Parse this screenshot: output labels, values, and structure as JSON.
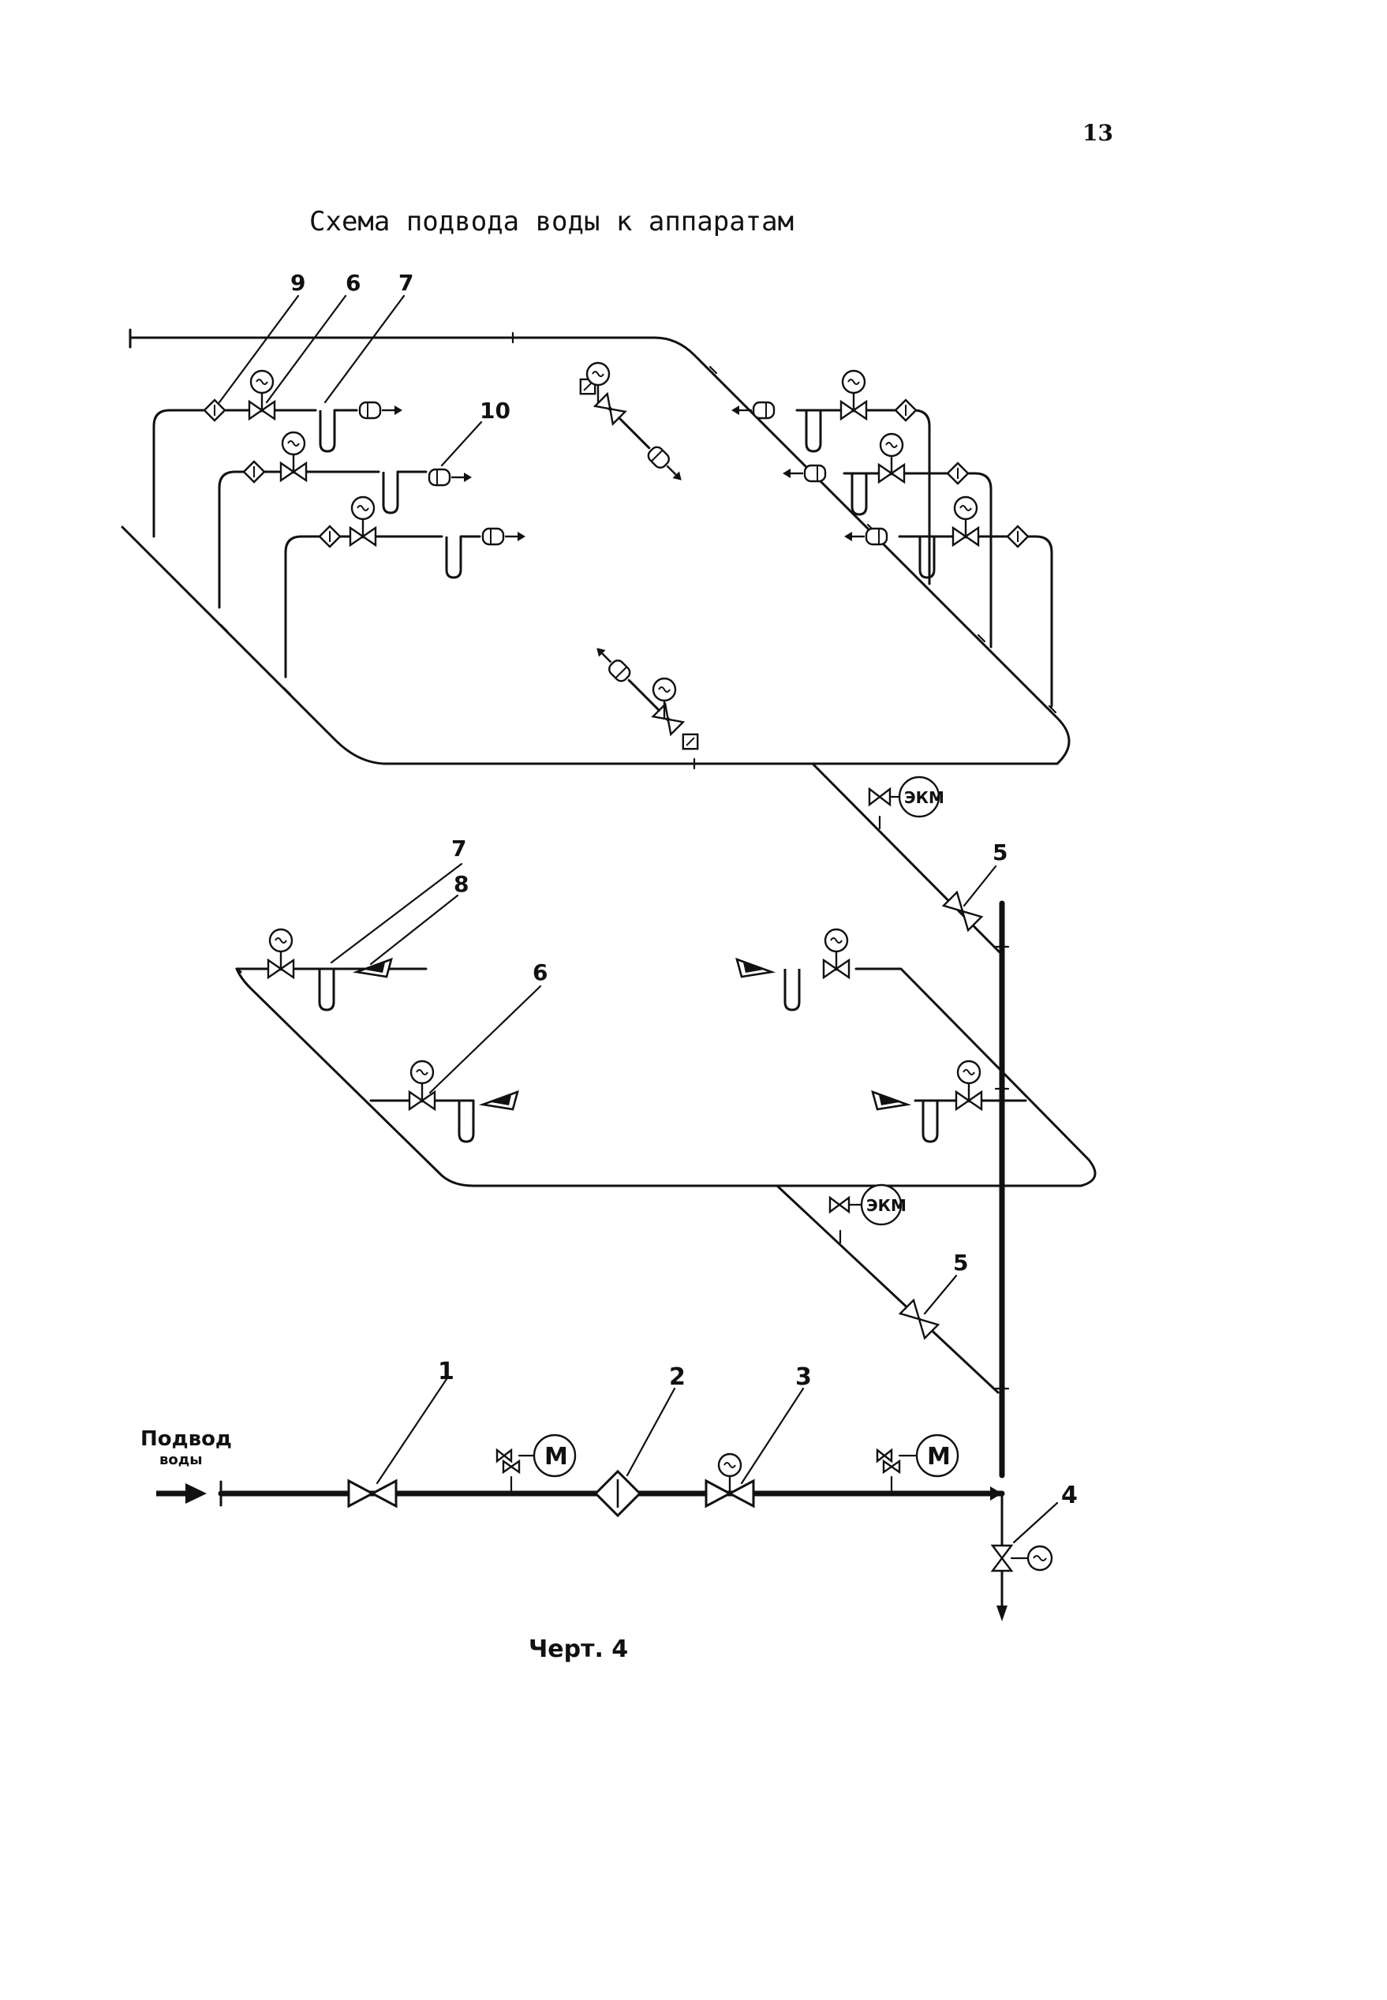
{
  "page_number": "13",
  "title": "Схема подвода воды к аппаратам",
  "caption": "Черт. 4",
  "inlet_label": {
    "line1": "Подвод",
    "line2": "воды"
  },
  "callouts": {
    "c1": "1",
    "c2": "2",
    "c3": "3",
    "c4": "4",
    "c5a": "5",
    "c5b": "5",
    "c6a": "6",
    "c6b": "6",
    "c7a": "7",
    "c7b": "7",
    "c8": "8",
    "c9": "9",
    "c10": "10"
  },
  "gauge_labels": {
    "m1": "М",
    "m2": "М",
    "ekm1": "ЭКМ",
    "ekm2": "ЭКМ"
  },
  "icons": {
    "pressure_gauge": "pressure-gauge-icon",
    "gate_valve": "valve-icon",
    "filter": "filter-icon",
    "sprinkler": "sprinkler-icon",
    "drencher": "drencher-nozzle-icon",
    "check_valve": "check-valve-icon"
  },
  "colors": {
    "ink": "#111111",
    "paper": "#ffffff"
  }
}
